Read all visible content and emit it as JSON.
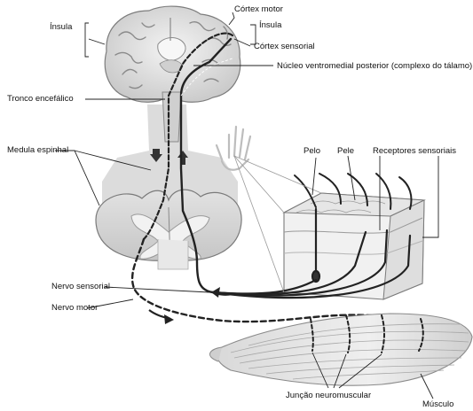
{
  "labels": {
    "insula_left": "Ínsula",
    "cortex_motor": "Córtex motor",
    "insula_right": "Ínsula",
    "cortex_sensorial": "Córtex sensorial",
    "nucleo": "Núcleo ventromedial posterior (complexo do tálamo)",
    "tronco": "Tronco encefálico",
    "medula": "Medula espinhal",
    "pelo": "Pelo",
    "pele": "Pele",
    "receptores": "Receptores sensoriais",
    "nervo_sensorial": "Nervo sensorial",
    "nervo_motor": "Nervo motor",
    "juncao": "Junção neuromuscular",
    "musculo": "Músculo"
  }
}
